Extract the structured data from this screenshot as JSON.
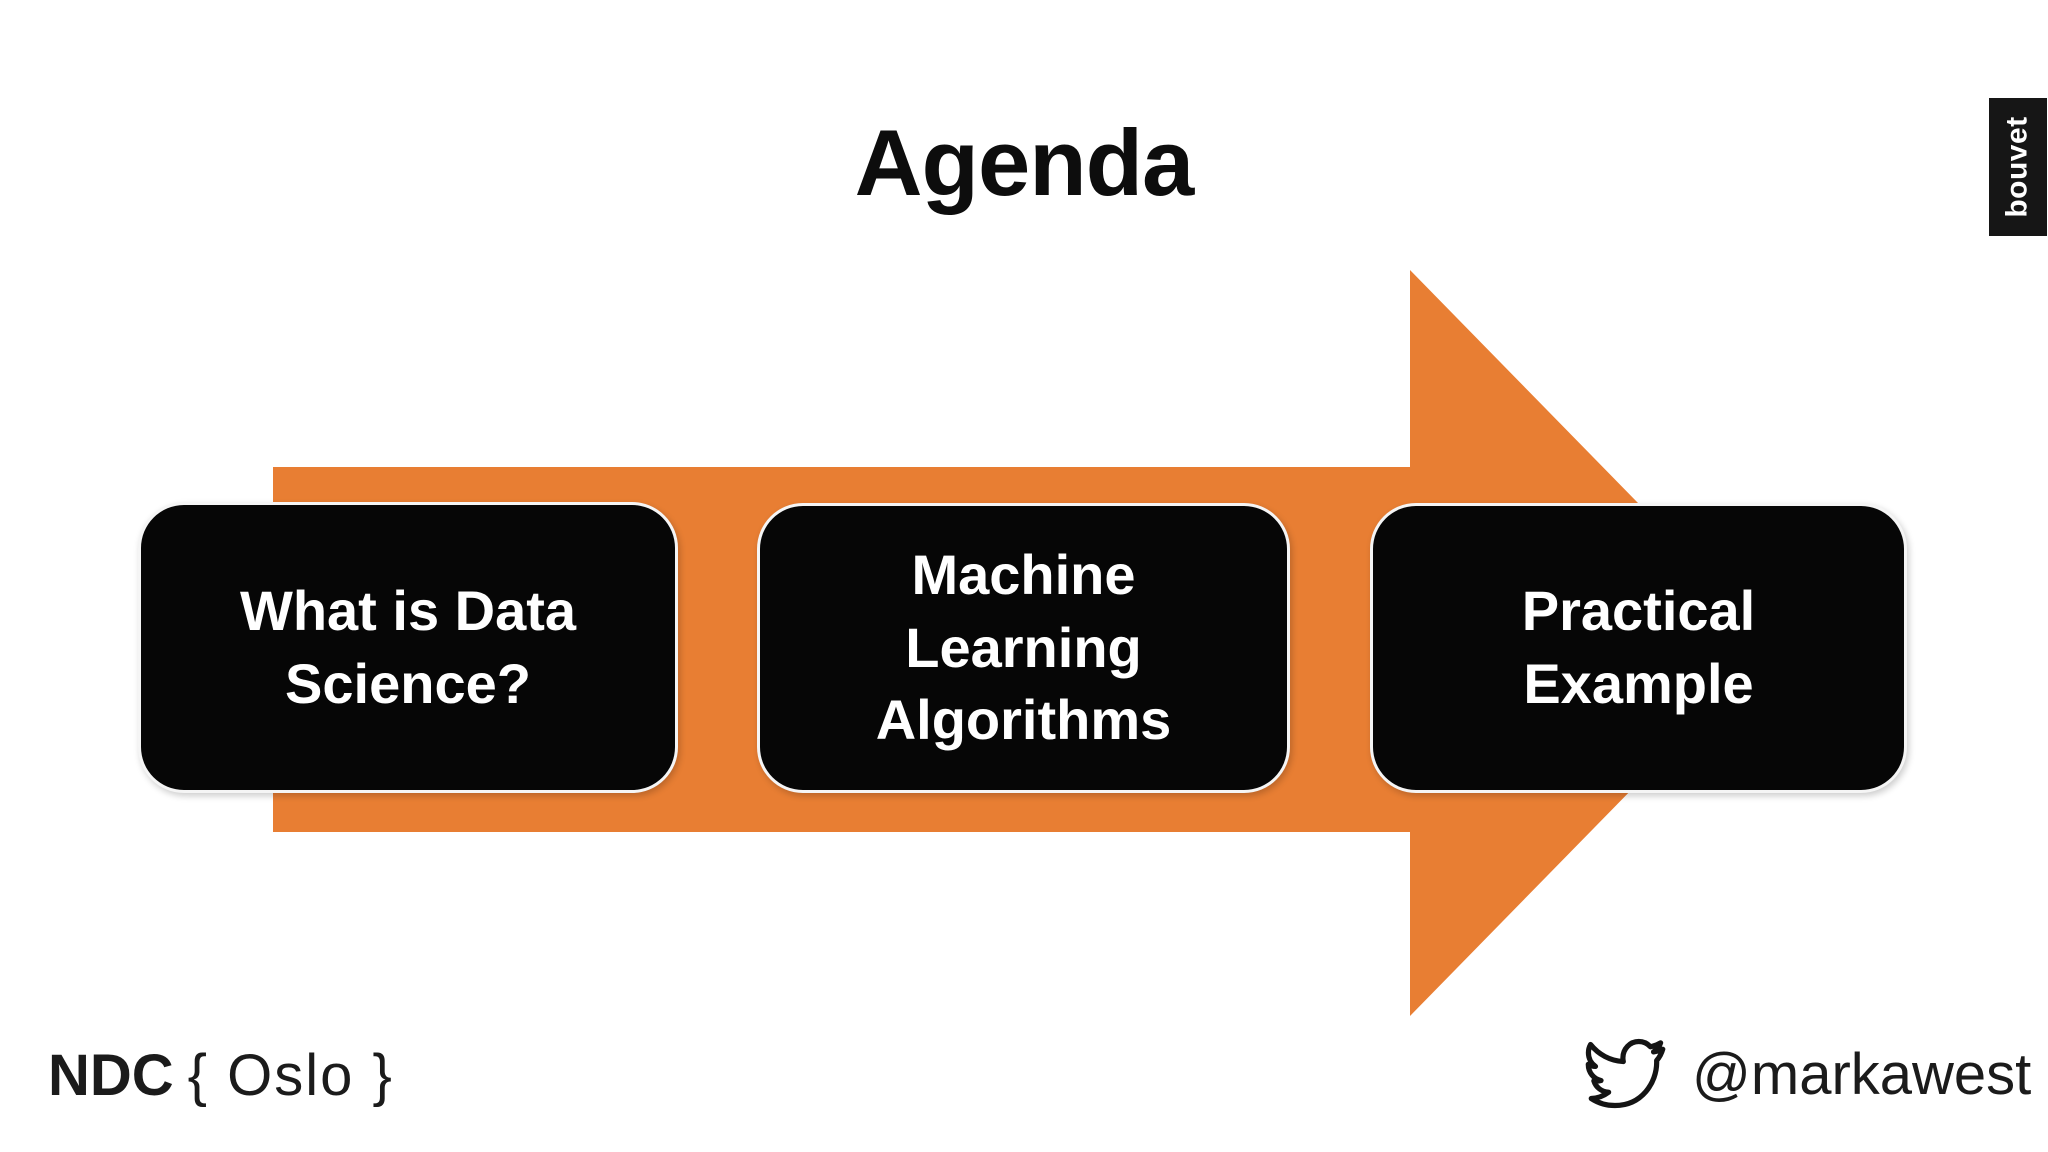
{
  "slide": {
    "title": "Agenda"
  },
  "brand": {
    "bouvet_label": "bouvet"
  },
  "agenda_steps": [
    {
      "lines": [
        "What is Data",
        "Science?"
      ]
    },
    {
      "lines": [
        "Machine",
        "Learning",
        "Algorithms"
      ]
    },
    {
      "lines": [
        "Practical",
        "Example"
      ]
    }
  ],
  "footer": {
    "event_name_bold": "NDC",
    "event_name_rest": "{ Oslo }",
    "twitter_handle": "@markawest",
    "twitter_icon": "twitter-bird-icon"
  },
  "colors": {
    "arrow_orange": "#E87E33",
    "box_black": "#060606",
    "text_white": "#FFFFFF",
    "text_dark": "#1B1B1B",
    "slide_background": "#FFFFFF"
  }
}
